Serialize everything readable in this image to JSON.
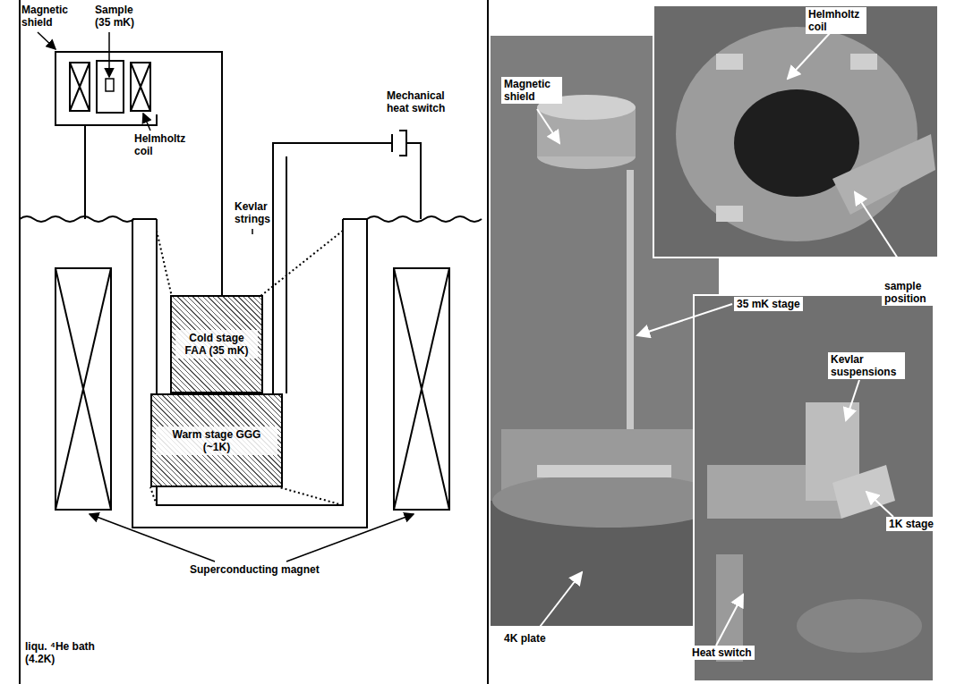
{
  "diagram": {
    "nodes": [
      {
        "text": [
          "Cold stage FAA (35 mK)"
        ]
      },
      {
        "text": [
          "Warm stage GGG (~1K)"
        ]
      }
    ],
    "labels": [
      "Magnetic shield",
      "Sample (35 mK)",
      "Helmholtz coil",
      "Kevlar strings",
      "Mechanical heat switch",
      "Superconducting magnet",
      "liqu. ⁴He bath (4.2K)",
      "Magnetic shield",
      "Helmholtz coil",
      "sample position",
      "35 mK stage",
      "Kevlar suspensions",
      "1K stage",
      "4K plate",
      "Heat switch"
    ]
  }
}
